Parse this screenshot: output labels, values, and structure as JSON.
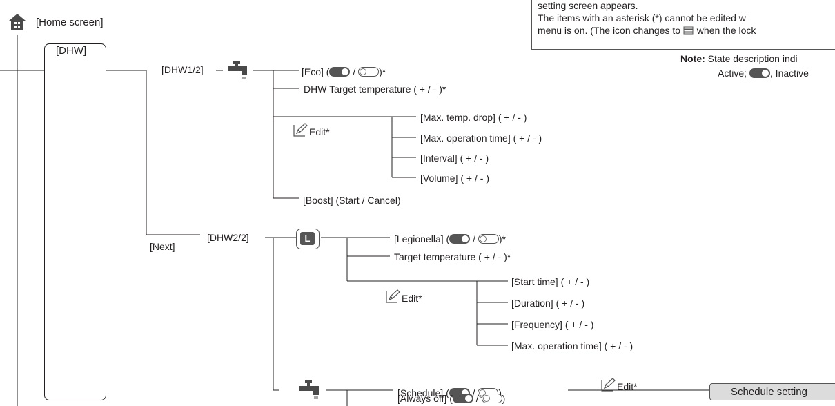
{
  "home": {
    "label": "[Home screen]"
  },
  "dhw_box": {
    "label": "[DHW]"
  },
  "page1": {
    "label": "[DHW1/2]",
    "eco": {
      "label": "[Eco]",
      "suffix": ")*"
    },
    "target": "DHW Target temperature ( + / - )*",
    "edit": "Edit*",
    "edit_items": [
      "[Max. temp. drop] ( + / - )",
      "[Max. operation time] ( + / - )",
      "[Interval] ( + / - )",
      "[Volume] ( + / - )"
    ],
    "boost": "[Boost] (Start / Cancel)"
  },
  "next": "[Next]",
  "page2": {
    "label": "[DHW2/2]",
    "legionella_icon": "L",
    "legionella": {
      "label": "[Legionella]",
      "suffix": ")*"
    },
    "target": "Target temperature ( + / - )*",
    "edit": "Edit*",
    "edit_items": [
      "[Start time] ( + / - )",
      "[Duration] ( + / - )",
      "[Frequency] ( + / - )",
      "[Max. operation time] ( + / - )"
    ],
    "schedule": {
      "label": "[Schedule]",
      "suffix": ")"
    },
    "always_off": {
      "label": "[Always off]",
      "suffix": ")"
    },
    "edit3": "Edit*",
    "schedule_button": "Schedule setting"
  },
  "common": {
    "open_paren": "(",
    "slash": "/"
  },
  "info": {
    "line1": "setting screen appears.",
    "line2": "The items with an asterisk (*) cannot be edited w",
    "line3a": "menu is on. (The icon changes to",
    "line3b": "when the lock"
  },
  "note": {
    "label": "Note:",
    "line1": "State description indi",
    "active": "Active;",
    "inactive": ", Inactive"
  },
  "colors": {
    "line": "#231f20",
    "icon": "#555555",
    "button": "#dcdcdc"
  }
}
